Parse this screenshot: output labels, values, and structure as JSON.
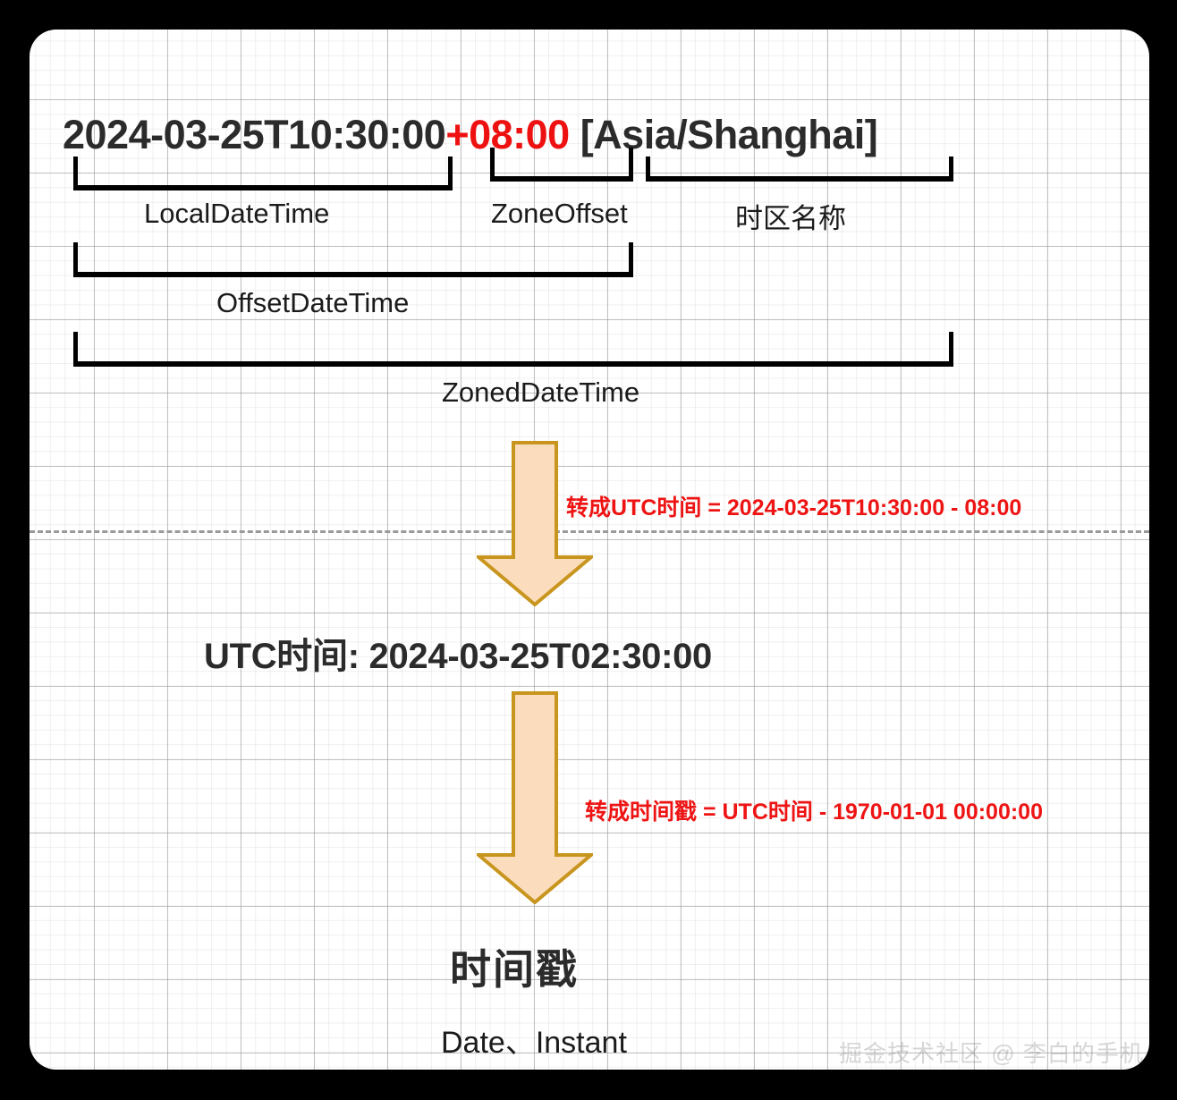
{
  "diagram": {
    "title_parts": {
      "local": "2024-03-25T10:30:00",
      "offset": "+08:00",
      "zone": " [Asia/Shanghai]"
    },
    "brackets": [
      {
        "caption": "LocalDateTime"
      },
      {
        "caption": "ZoneOffset"
      },
      {
        "caption": "时区名称"
      },
      {
        "caption": "OffsetDateTime"
      },
      {
        "caption": "ZonedDateTime"
      }
    ],
    "annotations": {
      "utc_conversion": "转成UTC时间   = 2024-03-25T10:30:00 - 08:00",
      "timestamp_conversion": "转成时间戳 = UTC时间 - 1970-01-01 00:00:00"
    },
    "utc_result": "UTC时间: 2024-03-25T02:30:00",
    "timestamp_title": "时间戳",
    "timestamp_subtitle": "Date、Instant",
    "watermark": "掘金技术社区 @ 李白的手机",
    "colors": {
      "offset_red": "#ee1111",
      "annotation_red": "#ee1414",
      "arrow_fill": "#fbdcbc",
      "arrow_stroke": "#c8951e",
      "bracket": "#000000",
      "text": "#2b2b2b",
      "card_background": "#ffffff",
      "page_background": "#000000"
    }
  }
}
